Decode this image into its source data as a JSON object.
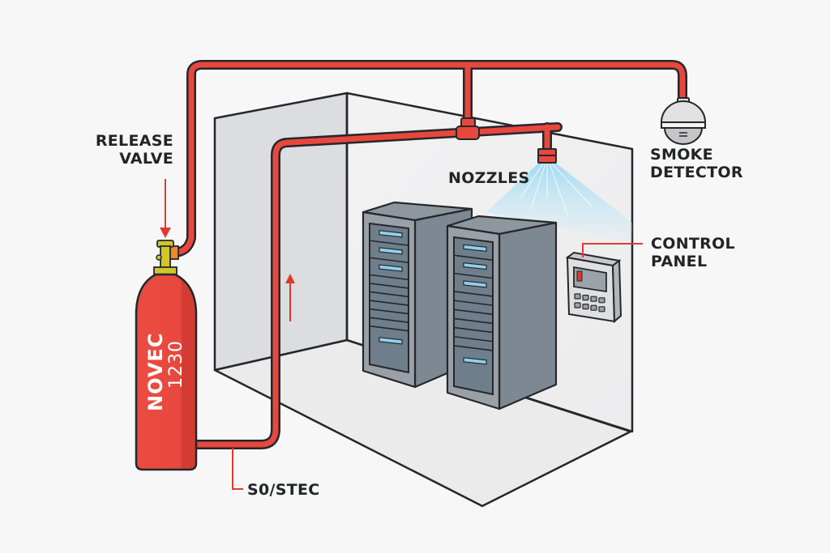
{
  "diagram": {
    "title": "Novec 1230 clean agent fire suppression system",
    "colors": {
      "background": "#f7f7f7",
      "pipe": "#e8473d",
      "outline": "#25272b",
      "wall_shade": "#dcdde0",
      "wall_light": "#efeff0",
      "floor": "#eaeaeb",
      "server_front": "#6f7e8b",
      "server_side": "#7d8892",
      "server_top": "#8e969e",
      "server_frame": "#9aa0a7",
      "led_blue": "#8fd0ee",
      "valve_yellow": "#cfc62a",
      "valve_orange": "#f08a2b",
      "spray_blue": "#aee0f5",
      "detector_gray": "#dcdcde",
      "panel_gray": "#dfe0e2",
      "panel_screen": "#9aa3aa",
      "panel_digit": "#d83a2e",
      "arrow_red": "#e03a30"
    },
    "cylinder": {
      "label_line1": "NOVEC",
      "label_line2": "1230"
    },
    "labels": {
      "release_valve": [
        "RELEASE",
        "VALVE"
      ],
      "nozzles": "NOZZLES",
      "smoke_detector": [
        "SMOKE",
        "DETECTOR"
      ],
      "control_panel": [
        "CONTROL",
        "PANEL"
      ],
      "piping": "S0/STEC"
    },
    "servers": [
      {
        "name": "server-rack-left",
        "indicator_count": 4,
        "slot_count": 8
      },
      {
        "name": "server-rack-right",
        "indicator_count": 4,
        "slot_count": 8
      }
    ],
    "control_panel": {
      "button_rows": 2,
      "buttons_per_row": 4
    }
  }
}
